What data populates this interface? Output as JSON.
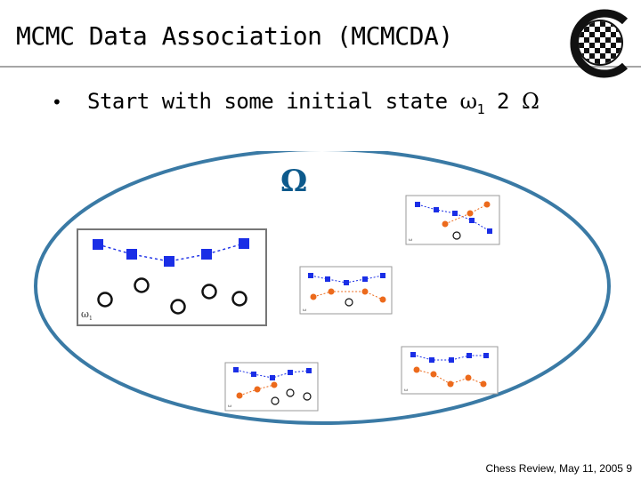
{
  "slide": {
    "title": "MCMC Data Association (MCMCDA)",
    "bullet": {
      "marker": "•",
      "text": "Start with some initial state ",
      "omega_symbol": "ω",
      "omega_subscript": "1",
      "relation": " 2 ",
      "space_symbol": "Ω"
    }
  },
  "diagram": {
    "space_label": "Ω",
    "colors": {
      "ellipse": "#3a7aa5",
      "track_blue": "#1a2ee6",
      "track_orange": "#ec6a1c",
      "panel_border": "#9a9a9a",
      "large_panel_border": "#777777"
    },
    "states": [
      {
        "id": "state-1",
        "label": "ω",
        "label_sub": "1",
        "blue_track": [
          0,
          1,
          2,
          3,
          4
        ],
        "orange_track": [],
        "open_circles": 5
      },
      {
        "id": "state-top-right",
        "label": "ω",
        "label_sub": "",
        "blue_track": [
          0,
          1,
          2,
          3,
          4
        ],
        "orange_track": [
          0,
          1,
          2
        ],
        "open_circles": 1
      },
      {
        "id": "state-middle",
        "label": "ω",
        "label_sub": "",
        "blue_track": [
          0,
          1,
          2,
          3,
          4
        ],
        "orange_track": [
          0,
          1,
          2,
          3
        ],
        "open_circles": 1
      },
      {
        "id": "state-bottom-left",
        "label": "ω",
        "label_sub": "",
        "blue_track": [
          0,
          1,
          2,
          3,
          4
        ],
        "orange_track": [
          0,
          1,
          2
        ],
        "open_circles": 3
      },
      {
        "id": "state-bottom-right",
        "label": "ω",
        "label_sub": "",
        "blue_track": [
          0,
          1,
          2,
          3,
          4
        ],
        "orange_track": [
          0,
          1,
          2,
          3,
          4
        ],
        "open_circles": 0
      }
    ]
  },
  "footer": {
    "text": "Chess Review, May 11, 2005",
    "page_number": "9"
  }
}
